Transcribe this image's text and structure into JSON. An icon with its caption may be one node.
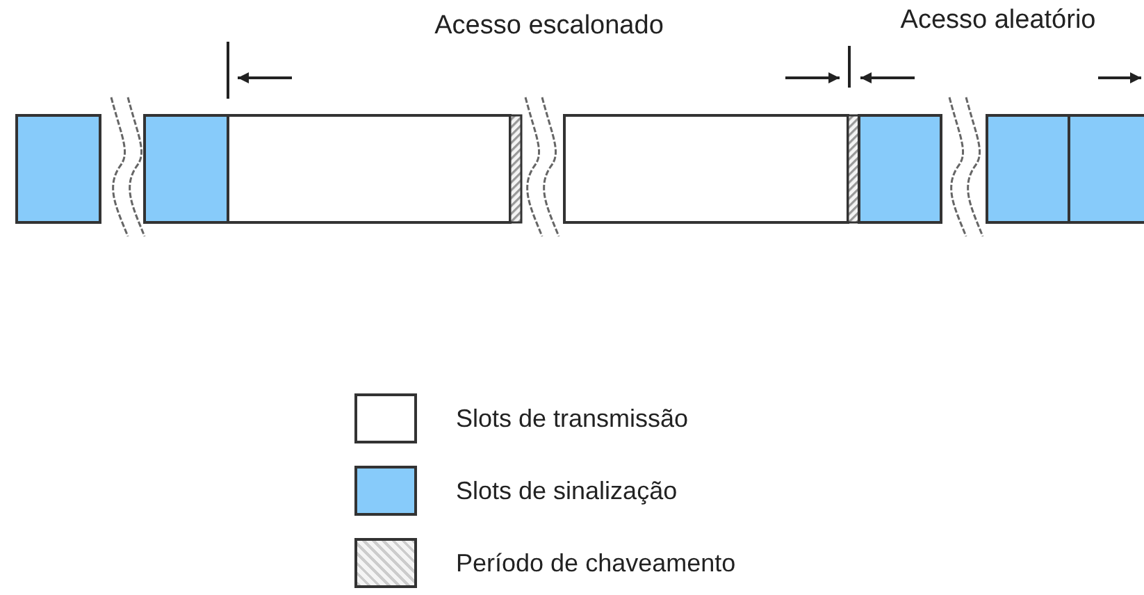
{
  "diagram": {
    "labels": [
      "Acesso escalonado",
      "Acesso aleatório"
    ],
    "legend": [
      {
        "text": "Slots de transmissão",
        "color": "#ffffff"
      },
      {
        "text": "Slots de sinalização",
        "color": "#87cbfa"
      },
      {
        "text": "Período de chaveamento"
      }
    ]
  }
}
